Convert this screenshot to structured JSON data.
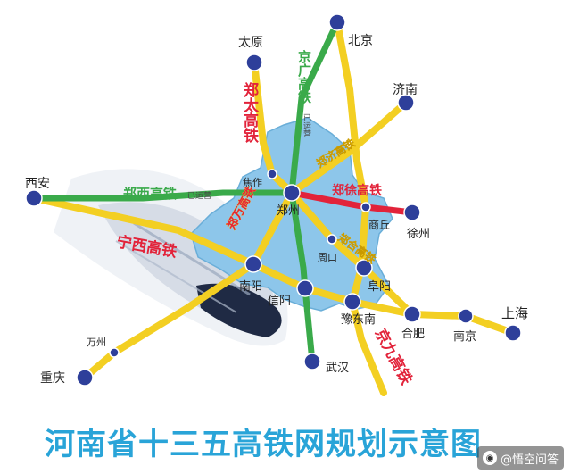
{
  "title": "河南省十三五高铁网规划示意图",
  "watermark": "@悟空问答",
  "colors": {
    "province": "#8dc6ea",
    "yellow_line": "#f3cf22",
    "green_line": "#3aaa4a",
    "red_line": "#e2233a",
    "city_dot": "#2e3f9a",
    "title": "#29a4d8"
  },
  "cities": {
    "taiyuan": "太原",
    "beijing": "北京",
    "jinan": "济南",
    "xian": "西安",
    "zhengzhou": "郑州",
    "jiaozuo": "焦作",
    "shangqiu": "商丘",
    "xuzhou": "徐州",
    "zhoukou": "周口",
    "nanyang": "南阳",
    "xinyang": "信阳",
    "fuyang": "阜阳",
    "yudongnan": "豫东南",
    "hefei": "合肥",
    "nanjing": "南京",
    "shanghai": "上海",
    "wanzhou": "万州",
    "chongqing": "重庆",
    "wuhan": "武汉"
  },
  "lines": {
    "zhengtai": "郑太高铁",
    "jingguang": "京广高铁",
    "zhengxi": "郑西高铁",
    "zhengxu": "郑徐高铁",
    "ningxi": "宁西高铁",
    "zhengwan": "郑万高铁",
    "jingjiu": "京九高铁",
    "zhengji": "郑济高铁",
    "zhenghe": "郑合高铁"
  },
  "notes": {
    "jingguang_built": "已运营",
    "zhengxi_built": "已运营"
  }
}
